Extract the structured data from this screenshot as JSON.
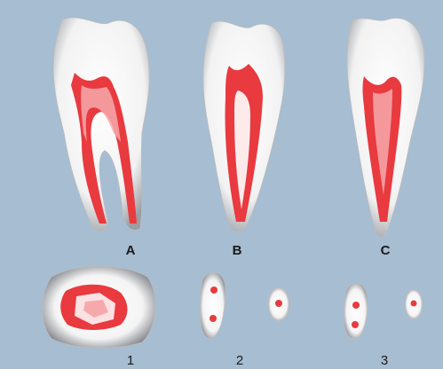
{
  "tooth_labels": [
    "A",
    "B",
    "C"
  ],
  "section_labels": [
    "1",
    "2",
    "3"
  ],
  "colors": {
    "background": "#a6bdd2",
    "enamel": "#ffffff",
    "shadow": "#8a8f96",
    "pulp": "#e83a3f",
    "pulp_light": "#f6a9ad"
  }
}
